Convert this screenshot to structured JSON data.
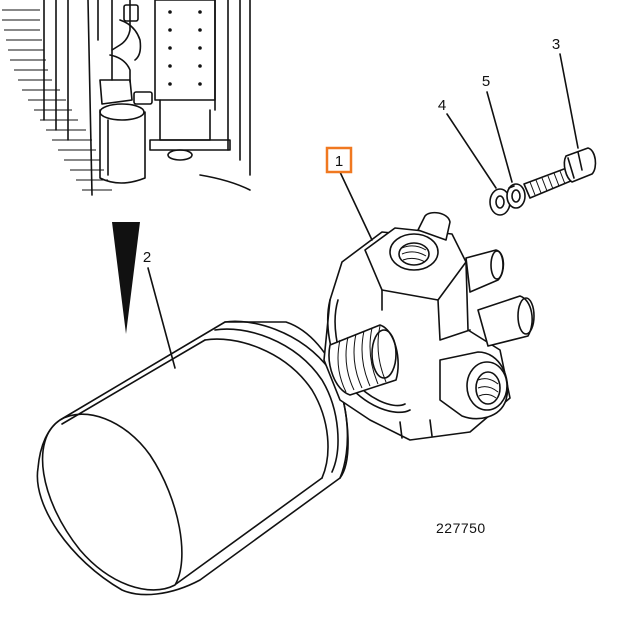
{
  "callouts": {
    "c1": "1",
    "c2": "2",
    "c3": "3",
    "c4": "4",
    "c5": "5"
  },
  "figure_number": "227750",
  "highlight_color": "#f07820",
  "icons": {
    "machine_context": "machine-detail-icon",
    "filter_canister": "filter-canister-icon",
    "filter_head": "filter-head-icon",
    "bolt": "bolt-icon",
    "washer": "washer-icon",
    "spring_washer": "spring-washer-icon"
  }
}
